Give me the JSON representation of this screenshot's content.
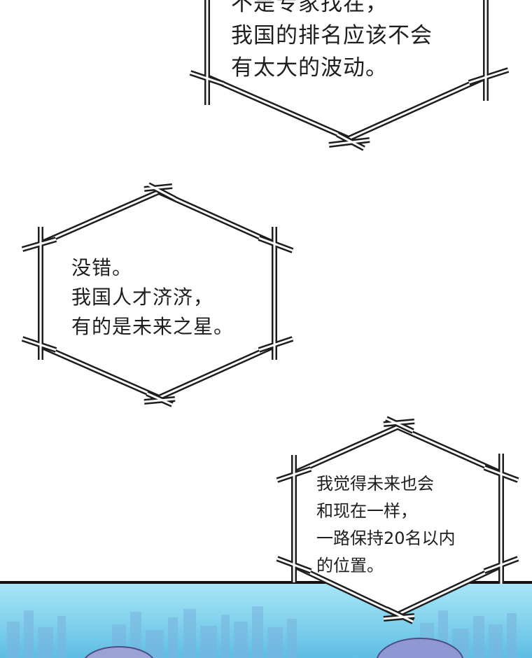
{
  "bubbles": [
    {
      "id": "bubble-1",
      "lines": [
        "不是专家找茬，",
        "我国的排名应该不会",
        "有太大的波动。"
      ]
    },
    {
      "id": "bubble-2",
      "lines": [
        "没错。",
        "我国人才济济，",
        "有的是未来之星。"
      ]
    },
    {
      "id": "bubble-3",
      "lines": [
        "我觉得未来也会",
        "和现在一样，",
        "一路保持20名以内",
        "的位置。"
      ]
    }
  ],
  "colors": {
    "background": "#ffffff",
    "bubble_outline": "#1e1e1e",
    "bubble_fill": "#ffffff",
    "sky_top": "#9ee3f4",
    "sky_bottom": "#5fc0e6",
    "cityscape": "#6fa8d8",
    "panel_border": "#111111"
  }
}
